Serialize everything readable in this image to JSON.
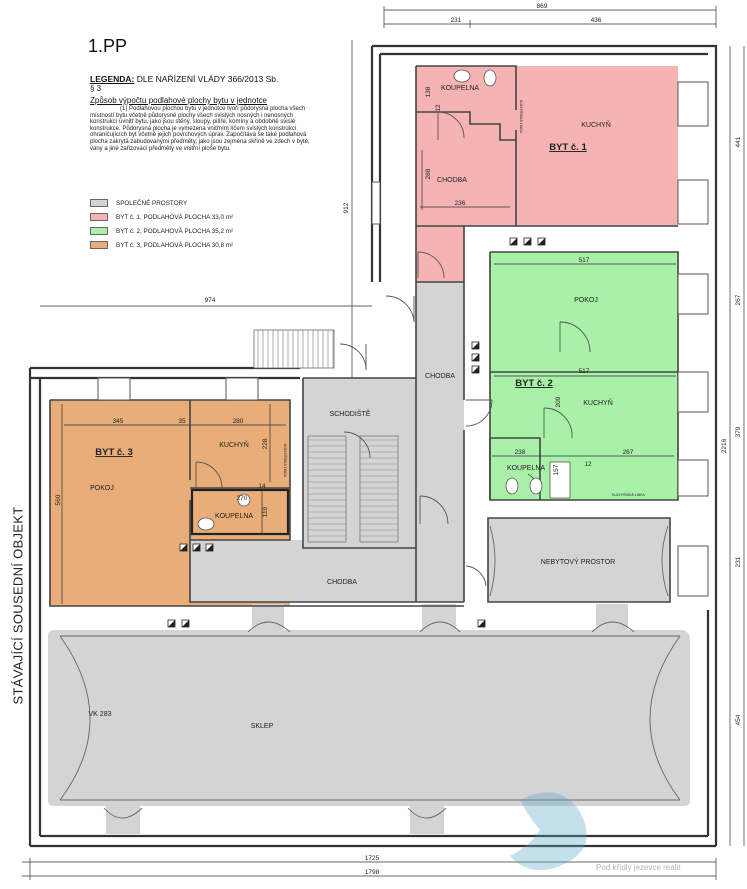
{
  "page": {
    "title": "1.PP",
    "side_label": "STÁVAJÍCÍ SOUSEDNÍ OBJEKT",
    "watermark": "Pod křídly jezevce realit"
  },
  "legend": {
    "heading": "LEGENDA:",
    "heading_rest": " DLE NAŘÍZENÍ VLÁDY 366/2013 Sb.",
    "section": "§ 3",
    "method": "Způsob výpočtu podlahové plochy bytu v jednotce",
    "paragraph": "(1) Podlahovou plochou bytu v jednotce tvoří půdorysná plocha všech místností bytu včetně půdorysné plochy všech svislých nosných i nenosných konstrukcí uvnitř bytu, jako jsou stěny, sloupy, pilíře, komíny a obdobné svislé konstrukce. Půdorysná plocha je vymezena vnitřním líčem svislých konstrukcí ohraničujících byt včetně jejich povrchových úprav. Započítává se také podlahová plocha zakrytá zabudovanými předměty, jako jsou zejména skříně ve zdech v bytě, vany a jiné zařizovací předměty ve vnitřní ploše bytu.",
    "items": [
      {
        "label": "SPOLEČNÉ PROSTORY",
        "color": "#d4d4d4"
      },
      {
        "label": "BYT č. 1, PODLAHOVÁ PLOCHA 33,0 m²",
        "color": "#f6b3b3"
      },
      {
        "label": "BYT č. 2, PODLAHOVÁ PLOCHA 35,2 m²",
        "color": "#a9f0a9"
      },
      {
        "label": "BYT č. 3, PODLAHOVÁ PLOCHA 30,8 m²",
        "color": "#e8ad78"
      }
    ]
  },
  "colors": {
    "common": "#d4d4d4",
    "flat1": "#f6b3b3",
    "flat2": "#a9f0a9",
    "flat3": "#e8ad78",
    "wall": "#333333",
    "line": "#555555"
  },
  "rooms": {
    "koupelna1": "KOUPELNA",
    "kuchyn1": "KUCHYŇ",
    "byt1": "BYT č. 1",
    "chodba1": "CHODBA",
    "pokoj2": "POKOJ",
    "byt2": "BYT č. 2",
    "kuchyn2": "KUCHYŇ",
    "koupelna2": "KOUPELNA",
    "chodba_main": "CHODBA",
    "schodiste": "SCHODIŠTĚ",
    "byt3": "BYT č. 3",
    "pokoj3": "POKOJ",
    "kuchyn3": "KUCHYŇ",
    "koupelna3": "KOUPELNA",
    "chodba_low": "CHODBA",
    "nebytovy": "NEBYTOVÝ PROSTOR",
    "sklep": "SKLEP",
    "vk": "VK 283",
    "kuchynska_linka1": "KUCHYŇSKÁ LINKA",
    "kuchynska_linka2": "KUCHYŇSKÁ LINKA",
    "kuchynska_linka3": "KUCHYŇSKÁ LINKA"
  },
  "dims": {
    "top_total": "869",
    "top_left": "231",
    "top_right": "436",
    "right_441": "441",
    "right_267": "267",
    "right_379": "379",
    "right_231": "231",
    "right_454": "454",
    "right_total": "2216",
    "left_912": "912",
    "mid_974": "974",
    "k1_138": "138",
    "k1_12": "12",
    "ch1_288": "288",
    "ch1_236": "236",
    "p2_517a": "517",
    "p2_517b": "517",
    "k2_209": "209",
    "k2_238": "238",
    "k2_267": "267",
    "k2_12": "12",
    "k2_157": "157",
    "b3_345": "345",
    "b3_35": "35",
    "b3_280": "280",
    "b3_228": "228",
    "b3_560": "560",
    "b3_119": "119",
    "b3_270": "270",
    "b3_14": "14",
    "bottom_1725": "1725",
    "bottom_1798": "1798"
  }
}
